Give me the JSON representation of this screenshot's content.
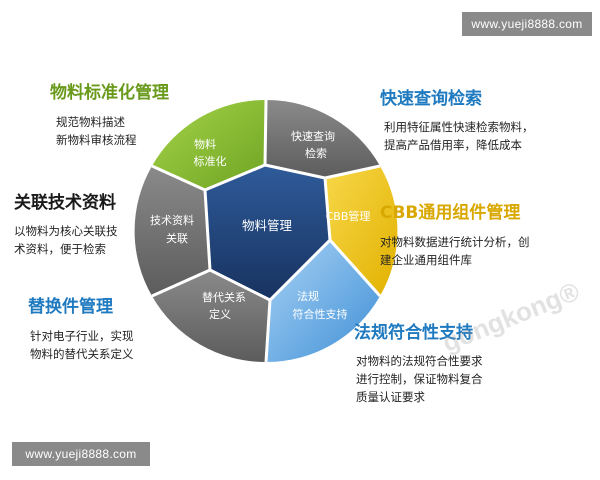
{
  "watermarks": {
    "top": "www.yueji8888.com",
    "bottom": "www.yueji8888.com",
    "brand": "gongkong®"
  },
  "colors": {
    "green": "#8cc63f",
    "gray": "#6f6f6f",
    "navy": "#1f3f7a",
    "yellow": "#f0c419",
    "lightblue": "#6fb3e8"
  },
  "wheel": {
    "center": "物料管理",
    "segments": {
      "green": [
        "物料",
        "标准化"
      ],
      "top_gray": [
        "快速查询",
        "检索"
      ],
      "yellow": "CBB管理",
      "light_blue": [
        "法规",
        "符合性支持"
      ],
      "bottom_gray": [
        "替代关系",
        "定义"
      ],
      "left_gray": [
        "技术资料",
        "关联"
      ]
    }
  },
  "features": {
    "standardization": {
      "title": "物料标准化管理",
      "lines": [
        "规范物料描述",
        "新物料审核流程"
      ]
    },
    "quick_search": {
      "title": "快速查询检索",
      "lines": [
        "利用特征属性快速检索物料，",
        "提高产品借用率，降低成本"
      ]
    },
    "tech_docs": {
      "title": "关联技术资料",
      "lines": [
        "以物料为核心关联技",
        "术资料，便于检索"
      ]
    },
    "cbb": {
      "title": "CBB通用组件管理",
      "lines": [
        "对物料数据进行统计分析，创",
        "建企业通用组件库"
      ]
    },
    "substitute": {
      "title": "替换件管理",
      "lines": [
        "针对电子行业，实现",
        "物料的替代关系定义"
      ]
    },
    "compliance": {
      "title": "法规符合性支持",
      "lines": [
        "对物料的法规符合性要求",
        "进行控制，保证物料复合",
        "质量认证要求"
      ]
    }
  }
}
